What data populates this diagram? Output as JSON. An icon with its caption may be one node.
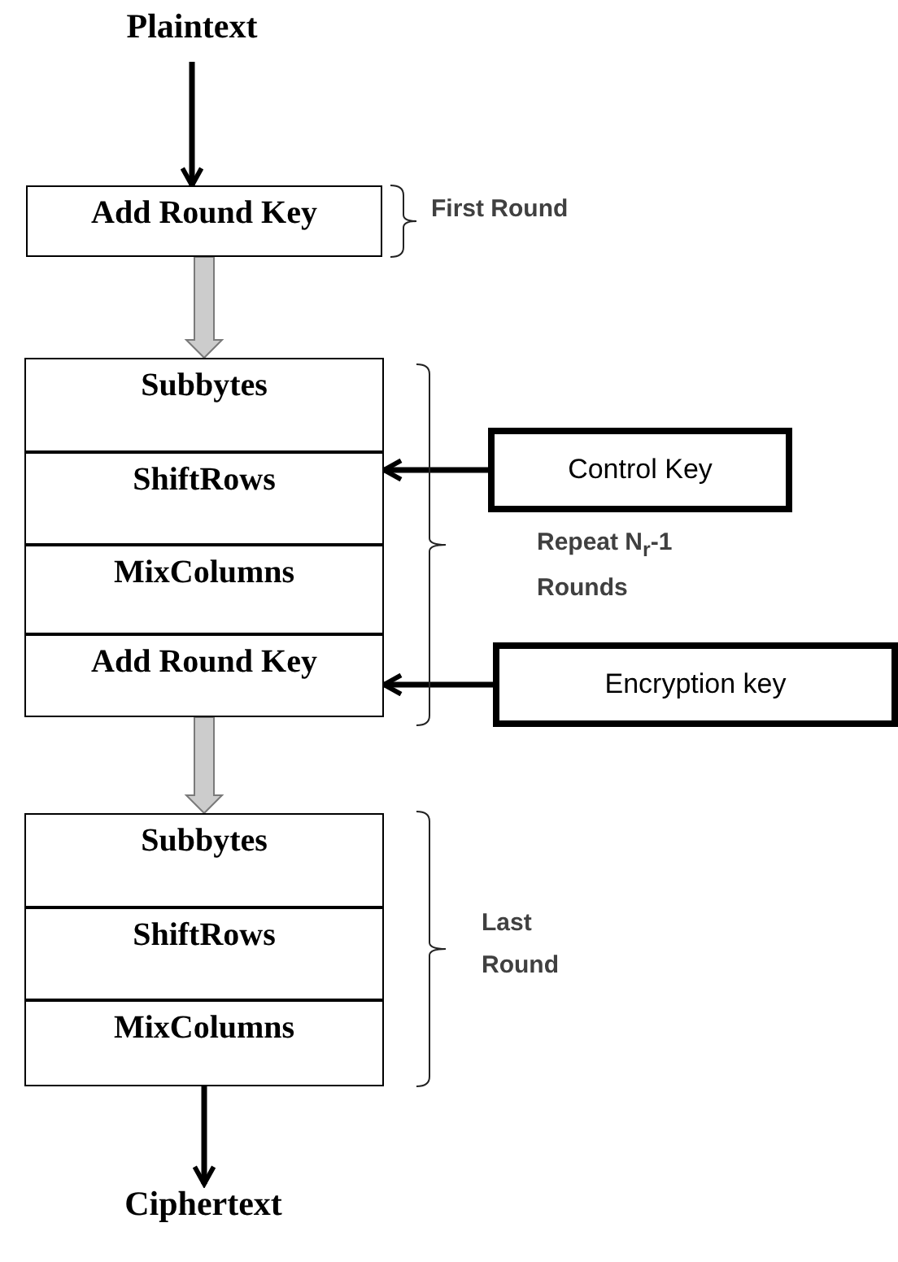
{
  "diagram": {
    "nodes": [
      {
        "text": [
          "Plaintext"
        ]
      },
      {
        "text": [
          "Add Round Key"
        ]
      },
      {
        "text": [
          "Subbytes"
        ]
      },
      {
        "text": [
          "ShiftRows"
        ]
      },
      {
        "text": [
          "MixColumns"
        ]
      },
      {
        "text": [
          "Add Round Key"
        ]
      },
      {
        "text": [
          "Control Key"
        ]
      },
      {
        "text": [
          "Encryption key"
        ]
      },
      {
        "text": [
          "Subbytes"
        ]
      },
      {
        "text": [
          "ShiftRows"
        ]
      },
      {
        "text": [
          "MixColumns"
        ]
      },
      {
        "text": [
          "Ciphertext"
        ]
      }
    ],
    "edges": [
      {
        "from": 0,
        "to": 1,
        "arrow": "to"
      },
      {
        "from": 1,
        "to": 2,
        "arrow": "to",
        "style": "thick",
        "color": "#cccccc"
      },
      {
        "from": 6,
        "to": 3,
        "arrow": "to"
      },
      {
        "from": 7,
        "to": 5,
        "arrow": "to"
      },
      {
        "from": 5,
        "to": 8,
        "arrow": "to",
        "style": "thick",
        "color": "#cccccc"
      },
      {
        "from": 10,
        "to": 11,
        "arrow": "to"
      }
    ],
    "labels": [
      "First Round",
      "Repeat N$_{r}$-1 Rounds",
      "Last Round"
    ]
  }
}
